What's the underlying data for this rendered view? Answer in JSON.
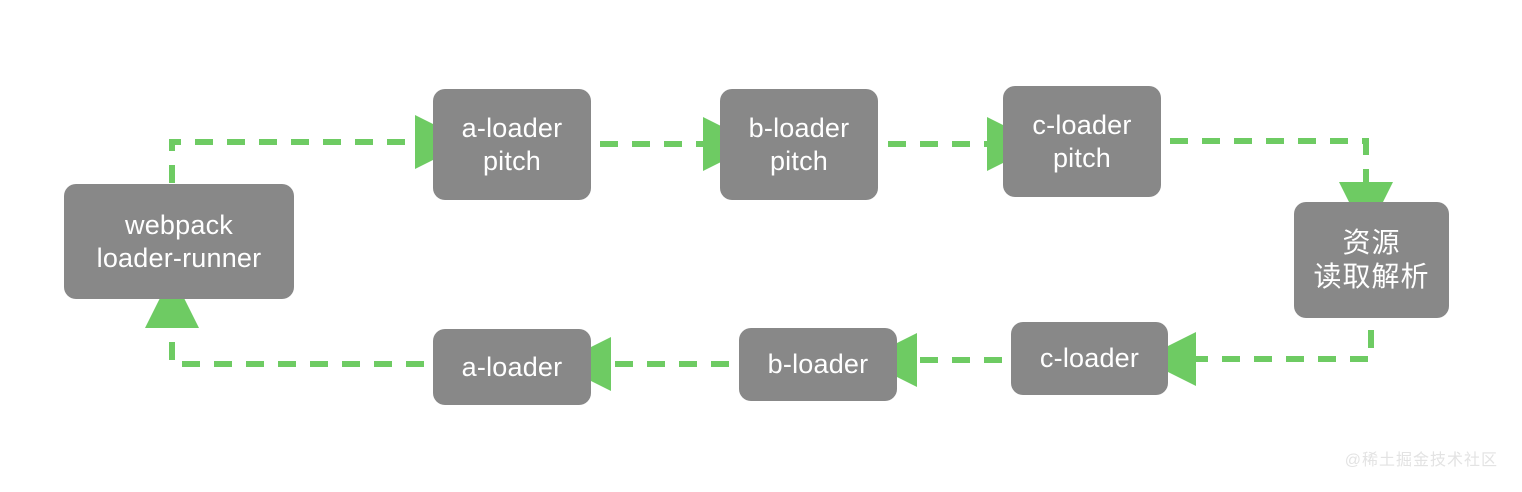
{
  "diagram": {
    "title": "webpack loader pitch and normal execution flow",
    "background_color": "#ffffff",
    "node_fill_color": "#888888",
    "node_text_color": "#ffffff",
    "edge_color": "#6ECB63",
    "nodes": [
      {
        "id": "webpack",
        "line1": "webpack",
        "line2": "loader-runner"
      },
      {
        "id": "a_pitch",
        "line1": "a-loader",
        "line2": "pitch"
      },
      {
        "id": "b_pitch",
        "line1": "b-loader",
        "line2": "pitch"
      },
      {
        "id": "c_pitch",
        "line1": "c-loader",
        "line2": "pitch"
      },
      {
        "id": "resource",
        "line1": "资源",
        "line2": "读取解析"
      },
      {
        "id": "c_loader",
        "line1": "c-loader",
        "line2": ""
      },
      {
        "id": "b_loader",
        "line1": "b-loader",
        "line2": ""
      },
      {
        "id": "a_loader",
        "line1": "a-loader",
        "line2": ""
      }
    ],
    "edges": [
      {
        "id": "e1",
        "from": "webpack",
        "to": "a_pitch",
        "style": "dashed",
        "direction": "right",
        "routing": "elbow-up"
      },
      {
        "id": "e2",
        "from": "a_pitch",
        "to": "b_pitch",
        "style": "dashed",
        "direction": "right",
        "routing": "straight"
      },
      {
        "id": "e3",
        "from": "b_pitch",
        "to": "c_pitch",
        "style": "dashed",
        "direction": "right",
        "routing": "straight"
      },
      {
        "id": "e4",
        "from": "c_pitch",
        "to": "resource",
        "style": "dashed",
        "direction": "down",
        "routing": "elbow-down"
      },
      {
        "id": "e5",
        "from": "resource",
        "to": "c_loader",
        "style": "dashed",
        "direction": "left",
        "routing": "elbow-down"
      },
      {
        "id": "e6",
        "from": "c_loader",
        "to": "b_loader",
        "style": "dashed",
        "direction": "left",
        "routing": "straight"
      },
      {
        "id": "e7",
        "from": "b_loader",
        "to": "a_loader",
        "style": "dashed",
        "direction": "left",
        "routing": "straight"
      },
      {
        "id": "e8",
        "from": "a_loader",
        "to": "webpack",
        "style": "dashed",
        "direction": "up",
        "routing": "elbow-up"
      }
    ]
  },
  "watermark": {
    "text": "@稀土掘金技术社区"
  }
}
